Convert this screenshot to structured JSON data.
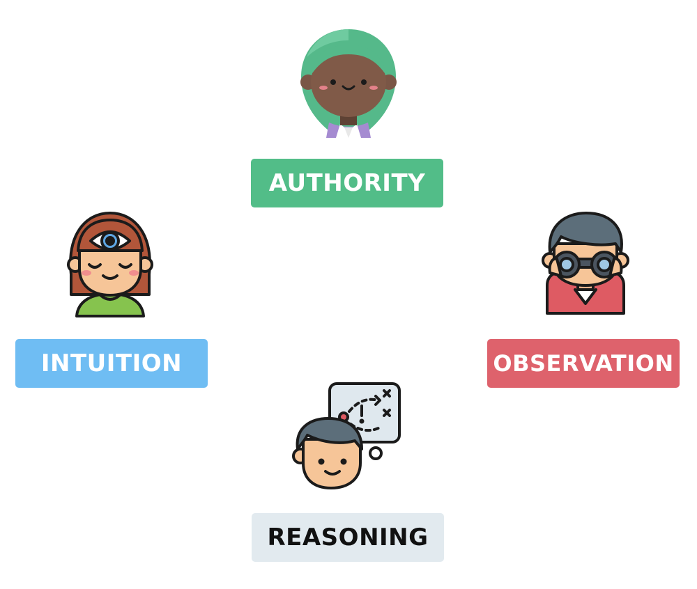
{
  "nodes": {
    "authority": {
      "label": "AUTHORITY",
      "color": "#52bd88",
      "text_color": "#ffffff",
      "icon": "woman-avatar-icon"
    },
    "intuition": {
      "label": "INTUITION",
      "color": "#6fbdf3",
      "text_color": "#ffffff",
      "icon": "third-eye-avatar-icon"
    },
    "observation": {
      "label": "OBSERVATION",
      "color": "#de626c",
      "text_color": "#ffffff",
      "icon": "binoculars-avatar-icon"
    },
    "reasoning": {
      "label": "REASONING",
      "color": "#e2eaef",
      "text_color": "#111111",
      "icon": "strategy-thinking-avatar-icon"
    }
  }
}
